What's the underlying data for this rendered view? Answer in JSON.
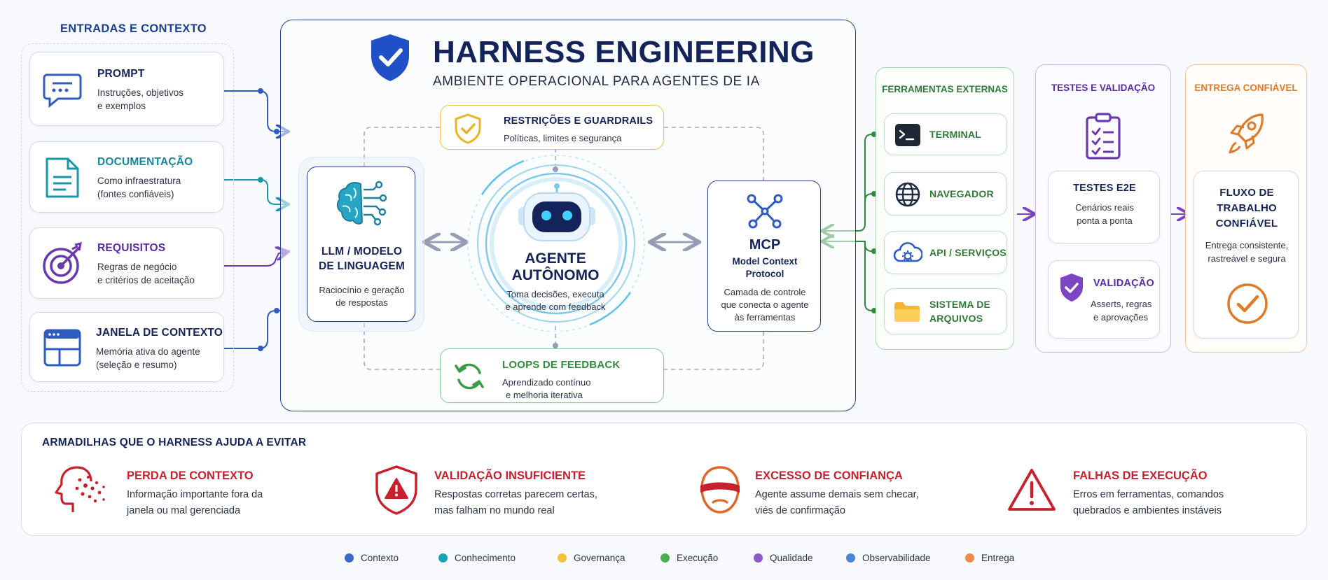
{
  "colors": {
    "navy": "#14245a",
    "blue": "#2f5cc0",
    "teal": "#1798a8",
    "purple": "#6a38b0",
    "green": "#2f8a3c",
    "orange": "#e07a26",
    "red": "#c8202c",
    "yellow": "#e9b424"
  },
  "header": {
    "title": "HARNESS ENGINEERING",
    "subtitle": "AMBIENTE OPERACIONAL PARA AGENTES DE IA"
  },
  "inputs": {
    "title": "ENTRADAS E CONTEXTO",
    "items": [
      {
        "label": "PROMPT",
        "line1": "Instruções, objetivos",
        "line2": "e exemplos",
        "icon": "chat-icon"
      },
      {
        "label": "DOCUMENTAÇÃO",
        "line1": "Como infraestratura",
        "line2": "(fontes confiáveis)",
        "icon": "document-icon"
      },
      {
        "label": "REQUISITOS",
        "line1": "Regras de negócio",
        "line2": "e critérios de aceitação",
        "icon": "target-icon"
      },
      {
        "label": "JANELA DE CONTEXTO",
        "line1": "Memória ativa do agente",
        "line2": "(seleção e resumo)",
        "icon": "window-icon"
      }
    ]
  },
  "core": {
    "guardrails": {
      "label": "RESTRIÇÕES E GUARDRAILS",
      "desc": "Políticas, limites e segurança"
    },
    "llm": {
      "label_line1": "LLM / MODELO",
      "label_line2": "DE LINGUAGEM",
      "desc_line1": "Raciocínio e geração",
      "desc_line2": "de respostas"
    },
    "agent": {
      "label_line1": "AGENTE",
      "label_line2": "AUTÔNOMO",
      "desc_line1": "Toma decisões, executa",
      "desc_line2": "e aprende com feedback"
    },
    "mcp": {
      "label": "MCP",
      "name_line1": "Model Context",
      "name_line2": "Protocol",
      "desc_line1": "Camada de controle",
      "desc_line2": "que conecta o agente",
      "desc_line3": "às ferramentas"
    },
    "feedback": {
      "label": "LOOPS DE FEEDBACK",
      "desc_line1": "Aprendizado contínuo",
      "desc_line2": "e melhoria iterativa"
    }
  },
  "tools": {
    "title": "FERRAMENTAS EXTERNAS",
    "items": [
      {
        "label": "TERMINAL",
        "icon": "terminal-icon"
      },
      {
        "label": "NAVEGADOR",
        "icon": "globe-icon"
      },
      {
        "label": "API / SERVIÇOS",
        "icon": "cloud-gear-icon"
      },
      {
        "label_line1": "SISTEMA DE",
        "label_line2": "ARQUIVOS",
        "icon": "folder-icon"
      }
    ]
  },
  "tests": {
    "title": "TESTES E VALIDAÇÃO",
    "e2e": {
      "label": "TESTES E2E",
      "desc_line1": "Cenários reais",
      "desc_line2": "ponta a ponta"
    },
    "validation": {
      "label": "VALIDAÇÃO",
      "desc_line1": "Asserts, regras",
      "desc_line2": "e aprovações"
    }
  },
  "delivery": {
    "title": "ENTREGA CONFIÁVEL",
    "label_line1": "FLUXO DE",
    "label_line2": "TRABALHO",
    "label_line3": "CONFIÁVEL",
    "desc_line1": "Entrega consistente,",
    "desc_line2": "rastreável e segura"
  },
  "pitfalls": {
    "title": "ARMADILHAS QUE O HARNESS AJUDA A EVITAR",
    "items": [
      {
        "label": "PERDA DE CONTEXTO",
        "line1": "Informação importante fora da",
        "line2": "janela ou mal gerenciada",
        "icon": "head-scatter-icon"
      },
      {
        "label": "VALIDAÇÃO INSUFICIENTE",
        "line1": "Respostas corretas parecem certas,",
        "line2": "mas falham no mundo real",
        "icon": "shield-warning-icon"
      },
      {
        "label": "EXCESSO DE CONFIANÇA",
        "line1": "Agente assume demais sem checar,",
        "line2": "viés de confirmação",
        "icon": "blindfold-face-icon"
      },
      {
        "label": "FALHAS DE EXECUÇÃO",
        "line1": "Erros em ferramentas, comandos",
        "line2": "quebrados e ambientes instáveis",
        "icon": "warning-triangle-icon"
      }
    ]
  },
  "legend": [
    {
      "label": "Contexto",
      "color": "#3d67c9"
    },
    {
      "label": "Conhecimento",
      "color": "#1aa3b3"
    },
    {
      "label": "Governança",
      "color": "#f0c23a"
    },
    {
      "label": "Execução",
      "color": "#4caf50"
    },
    {
      "label": "Qualidade",
      "color": "#8a5cc8"
    },
    {
      "label": "Observabilidade",
      "color": "#4a86d8"
    },
    {
      "label": "Entrega",
      "color": "#f08a48"
    }
  ]
}
